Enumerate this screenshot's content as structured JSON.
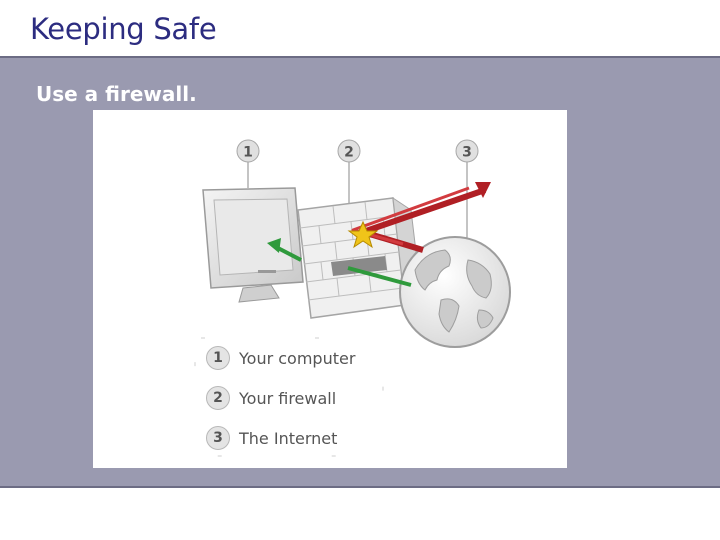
{
  "slide": {
    "title": "Keeping Safe",
    "subtitle": "Use a firewall."
  },
  "diagram": {
    "callouts": [
      "1",
      "2",
      "3"
    ],
    "legend": [
      {
        "num": "1",
        "label": "Your computer"
      },
      {
        "num": "2",
        "label": "Your firewall"
      },
      {
        "num": "3",
        "label": "The Internet"
      }
    ],
    "colors": {
      "blocked_arrow": "#b01f24",
      "allowed_arrow": "#2f9a3c",
      "band_background": "#9a9ab0",
      "title_color": "#2c2c80"
    }
  }
}
